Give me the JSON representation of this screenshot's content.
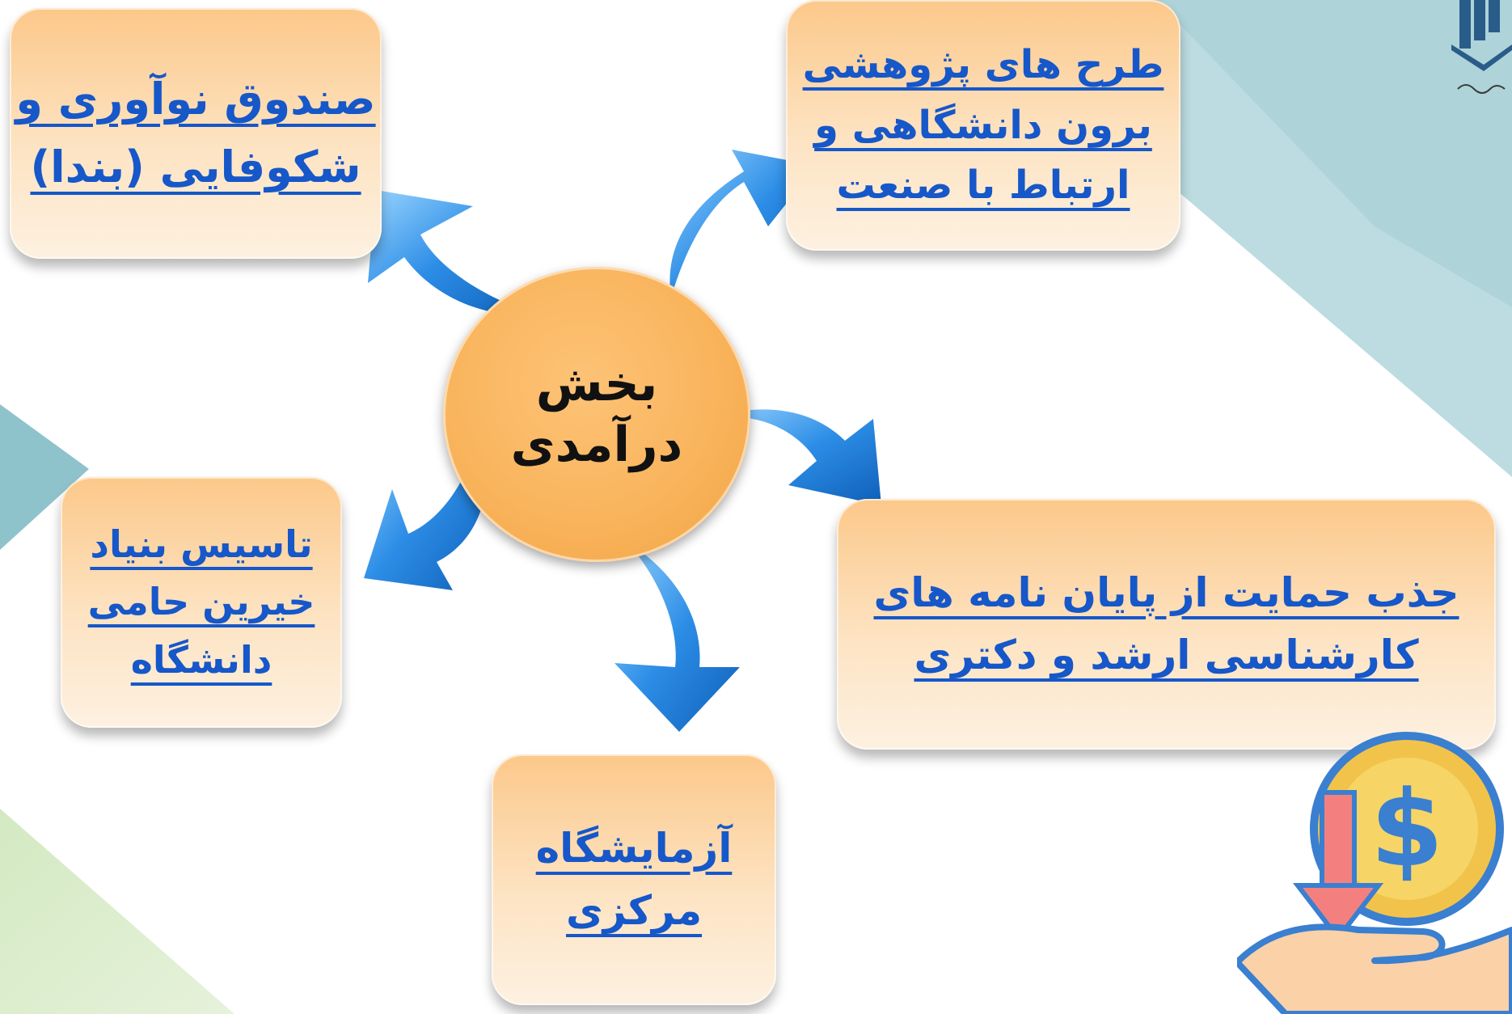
{
  "center": {
    "line1": "بخش",
    "line2": "درآمدی"
  },
  "boxes": {
    "top_left": [
      "صندوق نوآوری و",
      "شکوفایی (بندا)"
    ],
    "top_right": [
      "طرح های پژوهشی",
      "برون دانشگاهی و",
      "ارتباط با صنعت"
    ],
    "mid_left": [
      "تاسیس بنیاد",
      "خیرین حامی",
      "دانشگاه"
    ],
    "mid_right": [
      "جذب حمایت از پایان نامه های",
      "کارشناسی ارشد و دکتری"
    ],
    "bottom": [
      "آزمایشگاه",
      "مرکزی"
    ]
  },
  "colors": {
    "box_text": "#1657c9",
    "arrow": "#1d7fd8",
    "center_fill": "#f9b45c",
    "bg_teal": "#b9dbe0",
    "bg_green": "#daeccb"
  },
  "icons": {
    "logo": "university-logo-icon",
    "money": "dollar-coin-hand-icon"
  }
}
